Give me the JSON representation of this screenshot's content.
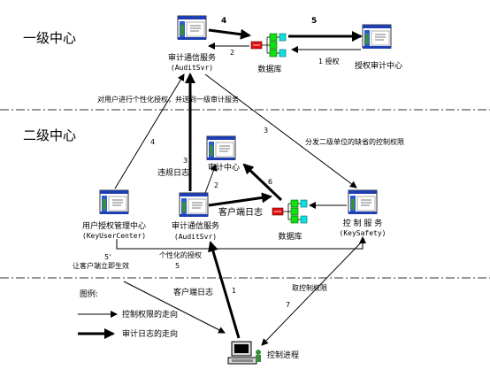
{
  "levels": {
    "level1": "一级中心",
    "level2": "二级中心"
  },
  "nodes": {
    "audit_svr_top": {
      "name": "审计通信服务",
      "code": "(AuditSvr)"
    },
    "db_top": {
      "name": "数据库"
    },
    "auth_audit_center": {
      "name": "授权审计中心"
    },
    "audit_center": {
      "name": "审计中心"
    },
    "user_auth_mgmt": {
      "name": "用户授权管理中心",
      "code": "(KeyUserCenter)"
    },
    "audit_svr_mid": {
      "name": "审计通信服务",
      "code": "(AuditSvr)"
    },
    "db_mid": {
      "name": "数据库"
    },
    "control_service": {
      "name": "控 制 服 务",
      "code": "(KeySafety)"
    },
    "control_process": {
      "name": "控制进程"
    }
  },
  "edge_labels": {
    "top_4": "4",
    "top_5": "5",
    "top_2": "2",
    "top_1_auth": "1 授权",
    "personalized_auth_note": "对用户进行个性化授权，并送到一级审计服务",
    "left_4": "4",
    "mid_3": "3",
    "right_3": "3",
    "distribute_note": "分发二级单位的缺省的控制权限",
    "violation_log": "违规日志",
    "mid_3_thick": "3",
    "mid_2": "2",
    "mid_6": "6",
    "client_log_mid": "客户端日志",
    "personalized_auth": "个性化的授权",
    "num_5": "5",
    "num_5p": "5'",
    "client_immediate": "让客户端立即生效",
    "client_log_low": "客户端日志",
    "num_1": "1",
    "fetch_control": "取控制权限",
    "num_7": "7"
  },
  "legend": {
    "title": "图例:",
    "thin": "控制权限的走向",
    "thick": "审计日志的走向"
  },
  "colors": {
    "server_blue": "#1f3fb0",
    "server_green": "#3c8c3c",
    "db_red": "#e01010",
    "db_green": "#10e010",
    "db_cyan": "#10e0e0"
  },
  "icons": {
    "server": "server-window-icon",
    "database": "database-icon",
    "workstation": "workstation-icon"
  }
}
